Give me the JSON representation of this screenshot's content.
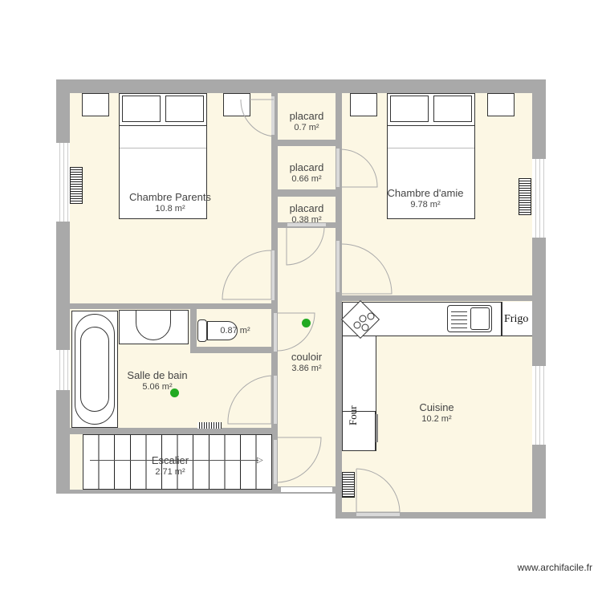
{
  "plan": {
    "rooms": [
      {
        "name": "Chambre Parents",
        "area": "10.8 m²"
      },
      {
        "name": "placard",
        "area": "0.7 m²"
      },
      {
        "name": "placard",
        "area": "0.66 m²"
      },
      {
        "name": "placard",
        "area": "0.38 m²"
      },
      {
        "name": "Chambre d'amie",
        "area": "9.78 m²"
      },
      {
        "name": "",
        "area": "0.87 m²"
      },
      {
        "name": "couloir",
        "area": "3.86 m²"
      },
      {
        "name": "Salle de bain",
        "area": "5.06 m²"
      },
      {
        "name": "Cuisine",
        "area": "10.2 m²"
      },
      {
        "name": "Escalier",
        "area": "2.71 m²"
      }
    ],
    "appliances": {
      "fridge": "Frigo",
      "oven": "Four"
    },
    "colors": {
      "wall": "#a9a9a9",
      "floor": "#fcf7e4",
      "furniture": "#ffffff",
      "vent": "#22aa22"
    }
  },
  "watermark": "www.archifacile.fr"
}
